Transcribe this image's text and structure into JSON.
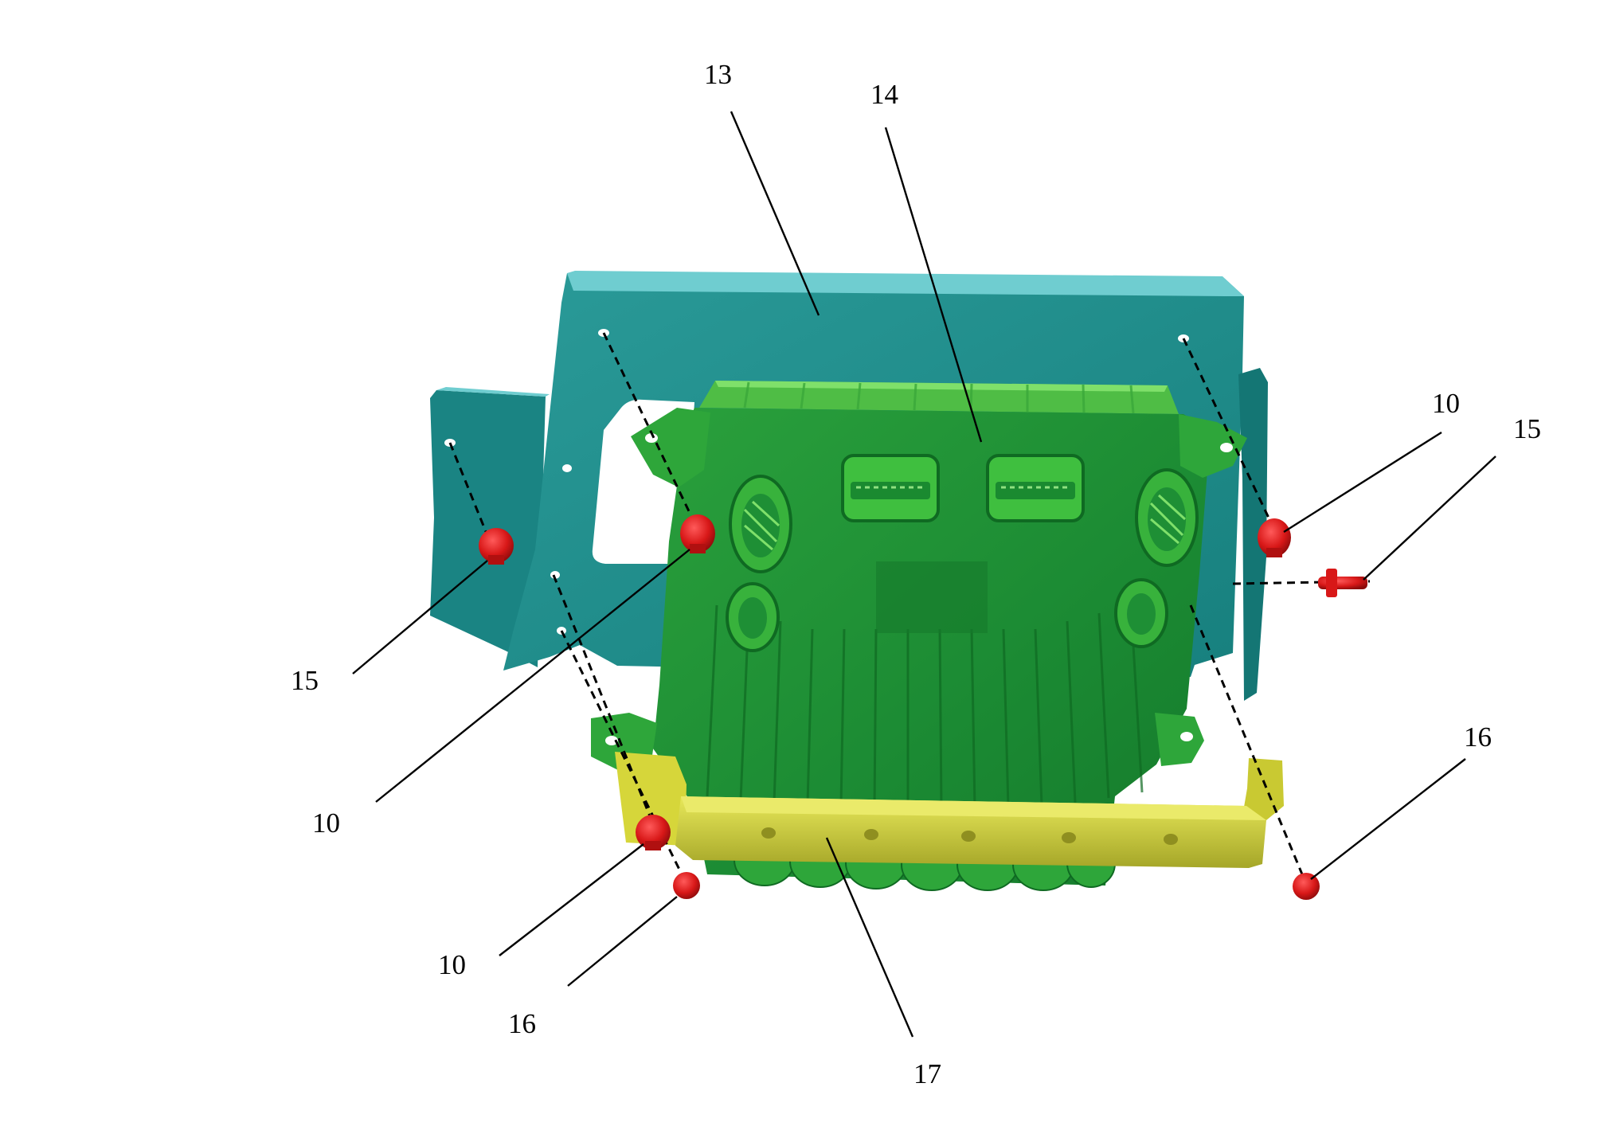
{
  "colors": {
    "mounting_bracket": "#1f8f8d",
    "bracket_highlight": "#6fcdd0",
    "controller_housing": "#1e8f35",
    "housing_highlight": "#5fcf4f",
    "retaining_strap": "#d6d63a",
    "fasteners": "#d81818",
    "background": "#ffffff"
  },
  "callouts": [
    {
      "id": "c13",
      "text": "13"
    },
    {
      "id": "c14",
      "text": "14"
    },
    {
      "id": "c10a",
      "text": "10"
    },
    {
      "id": "c15a",
      "text": "15"
    },
    {
      "id": "c15b",
      "text": "15"
    },
    {
      "id": "c10b",
      "text": "10"
    },
    {
      "id": "c16a",
      "text": "16"
    },
    {
      "id": "c10c",
      "text": "10"
    },
    {
      "id": "c16b",
      "text": "16"
    },
    {
      "id": "c17",
      "text": "17"
    }
  ]
}
